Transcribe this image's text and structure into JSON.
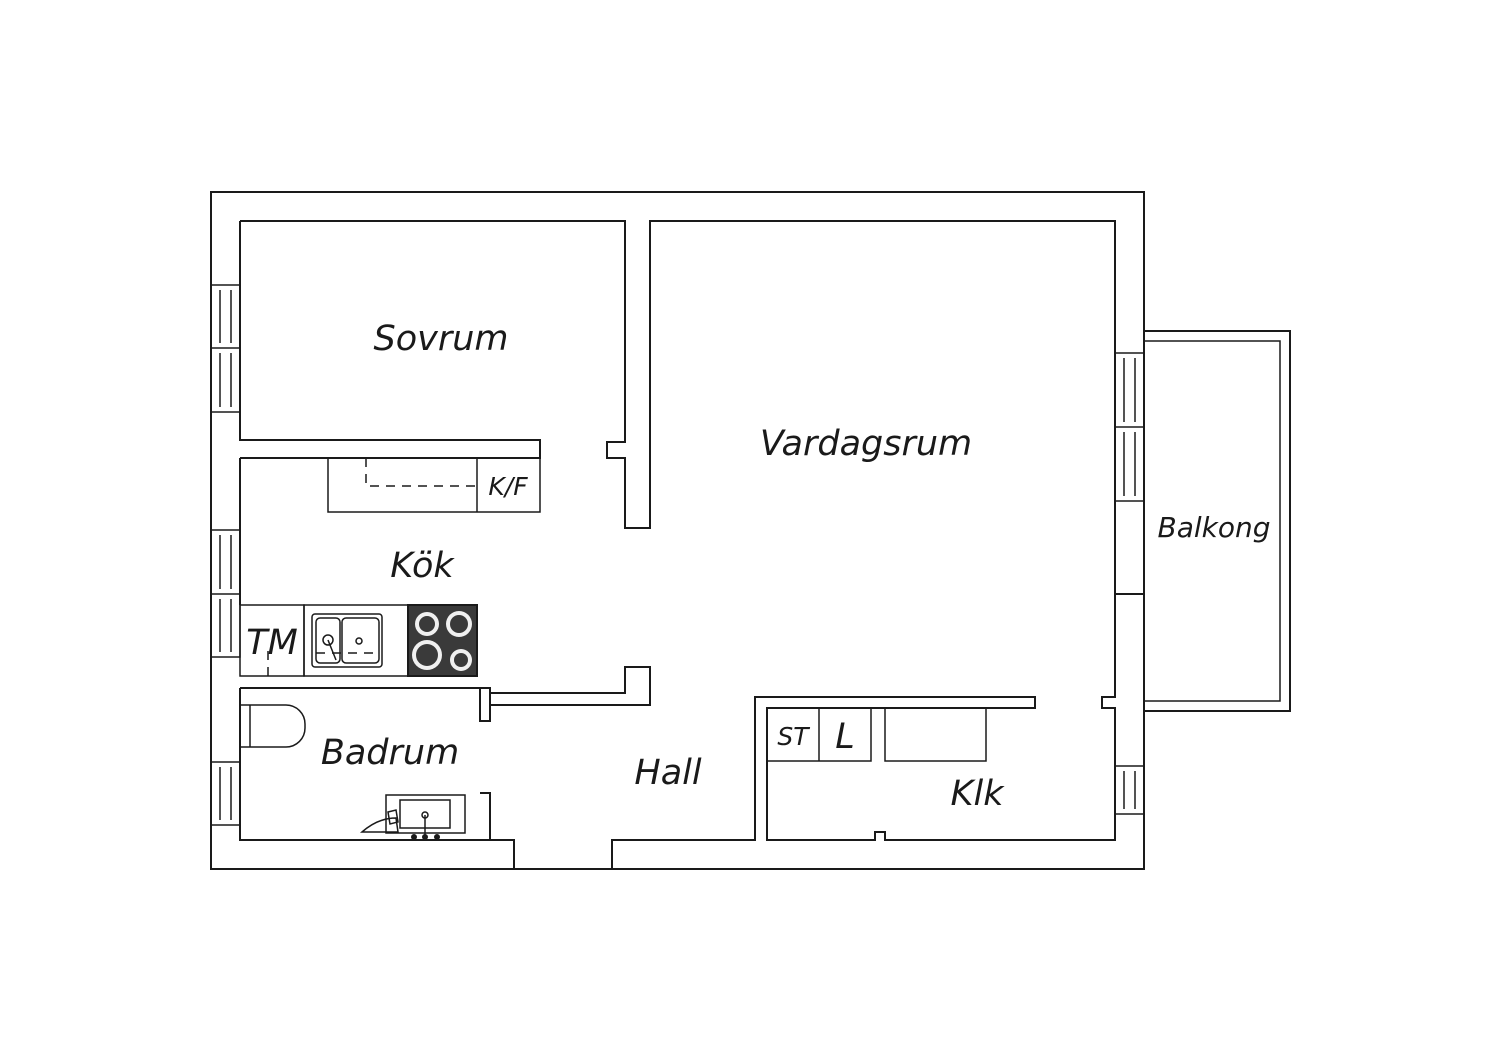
{
  "rooms": {
    "sovrum": "Sovrum",
    "vardagsrum": "Vardagsrum",
    "kok": "Kök",
    "badrum": "Badrum",
    "hall": "Hall",
    "klk": "Klk",
    "balkong": "Balkong"
  },
  "fixtures": {
    "kf": "K/F",
    "tm": "TM",
    "st": "ST",
    "l": "L"
  },
  "colors": {
    "line": "#1a1a1a",
    "stove": "#3a3a3a"
  }
}
